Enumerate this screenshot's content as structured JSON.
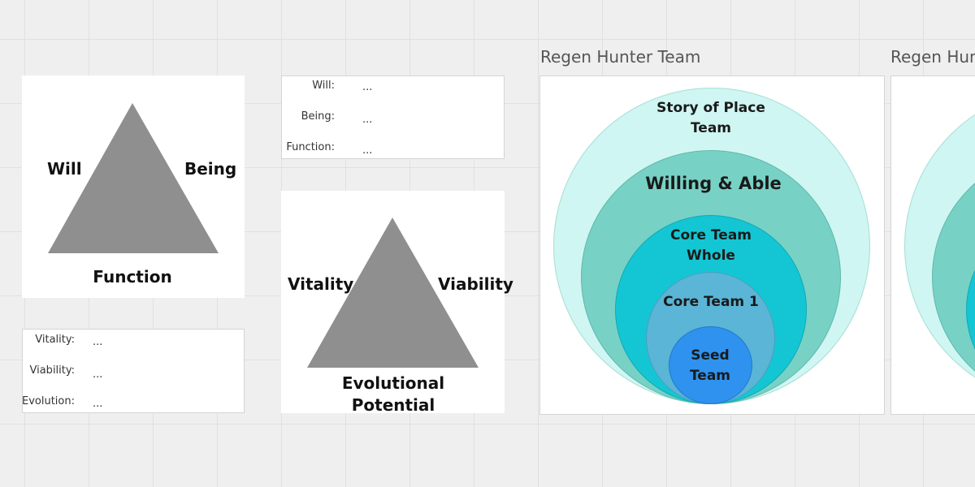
{
  "diagram1": {
    "vertices": {
      "left": "Will",
      "right": "Being",
      "bottom": "Function"
    },
    "triangle_color": "#8f8f8f"
  },
  "notes1": {
    "rows": [
      {
        "label": "Will:",
        "value": "..."
      },
      {
        "label": "Being:",
        "value": "..."
      },
      {
        "label": "Function:",
        "value": "..."
      }
    ]
  },
  "diagram2": {
    "vertices": {
      "left": "Vitality",
      "right": "Viability",
      "bottom_line1": "Evolutional",
      "bottom_line2": "Potential"
    },
    "triangle_color": "#8f8f8f"
  },
  "notes2": {
    "rows": [
      {
        "label": "Vitality:",
        "value": "..."
      },
      {
        "label": "Viability:",
        "value": "..."
      },
      {
        "label": "Evolution:",
        "value": "..."
      }
    ]
  },
  "frame1": {
    "title": "Regen Hunter Team",
    "circles": [
      {
        "lines": [
          "Story of Place",
          "Team"
        ],
        "color": "#cff6f2"
      },
      {
        "lines": [
          "Willing & Able"
        ],
        "color": "#78d1c5"
      },
      {
        "lines": [
          "Core Team",
          "Whole"
        ],
        "color": "#14c6d3"
      },
      {
        "lines": [
          "Core Team 1"
        ],
        "color": "#5ab5d6"
      },
      {
        "lines": [
          "Seed",
          "Team"
        ],
        "color": "#2e92ee"
      }
    ]
  },
  "frame2": {
    "title": "Regen Hunter Team"
  }
}
